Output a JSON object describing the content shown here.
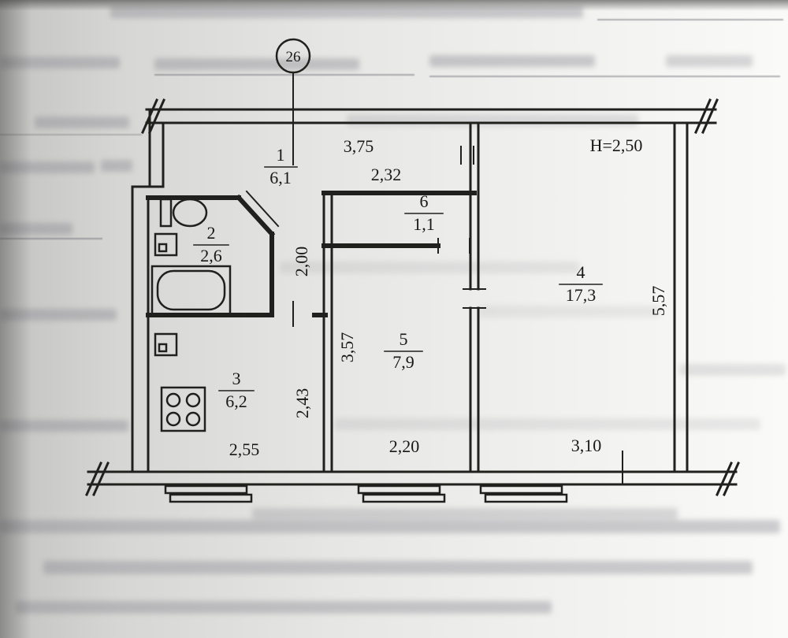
{
  "plan": {
    "axis_number": "26",
    "height_note": "H=2,50",
    "rooms": {
      "r1": {
        "number": "1",
        "area": "6,1"
      },
      "r2": {
        "number": "2",
        "area": "2,6"
      },
      "r3": {
        "number": "3",
        "area": "6,2"
      },
      "r4": {
        "number": "4",
        "area": "17,3"
      },
      "r5": {
        "number": "5",
        "area": "7,9"
      },
      "r6": {
        "number": "6",
        "area": "1,1"
      }
    },
    "dims": {
      "top_width": "3,75",
      "closet_width": "2,32",
      "hall_depth": "2,00",
      "room5_depth": "3,57",
      "kitchen_depth": "2,43",
      "right_depth": "5,57",
      "kitchen_width": "2,55",
      "room5_width": "2,20",
      "room4_width": "3,10"
    }
  }
}
